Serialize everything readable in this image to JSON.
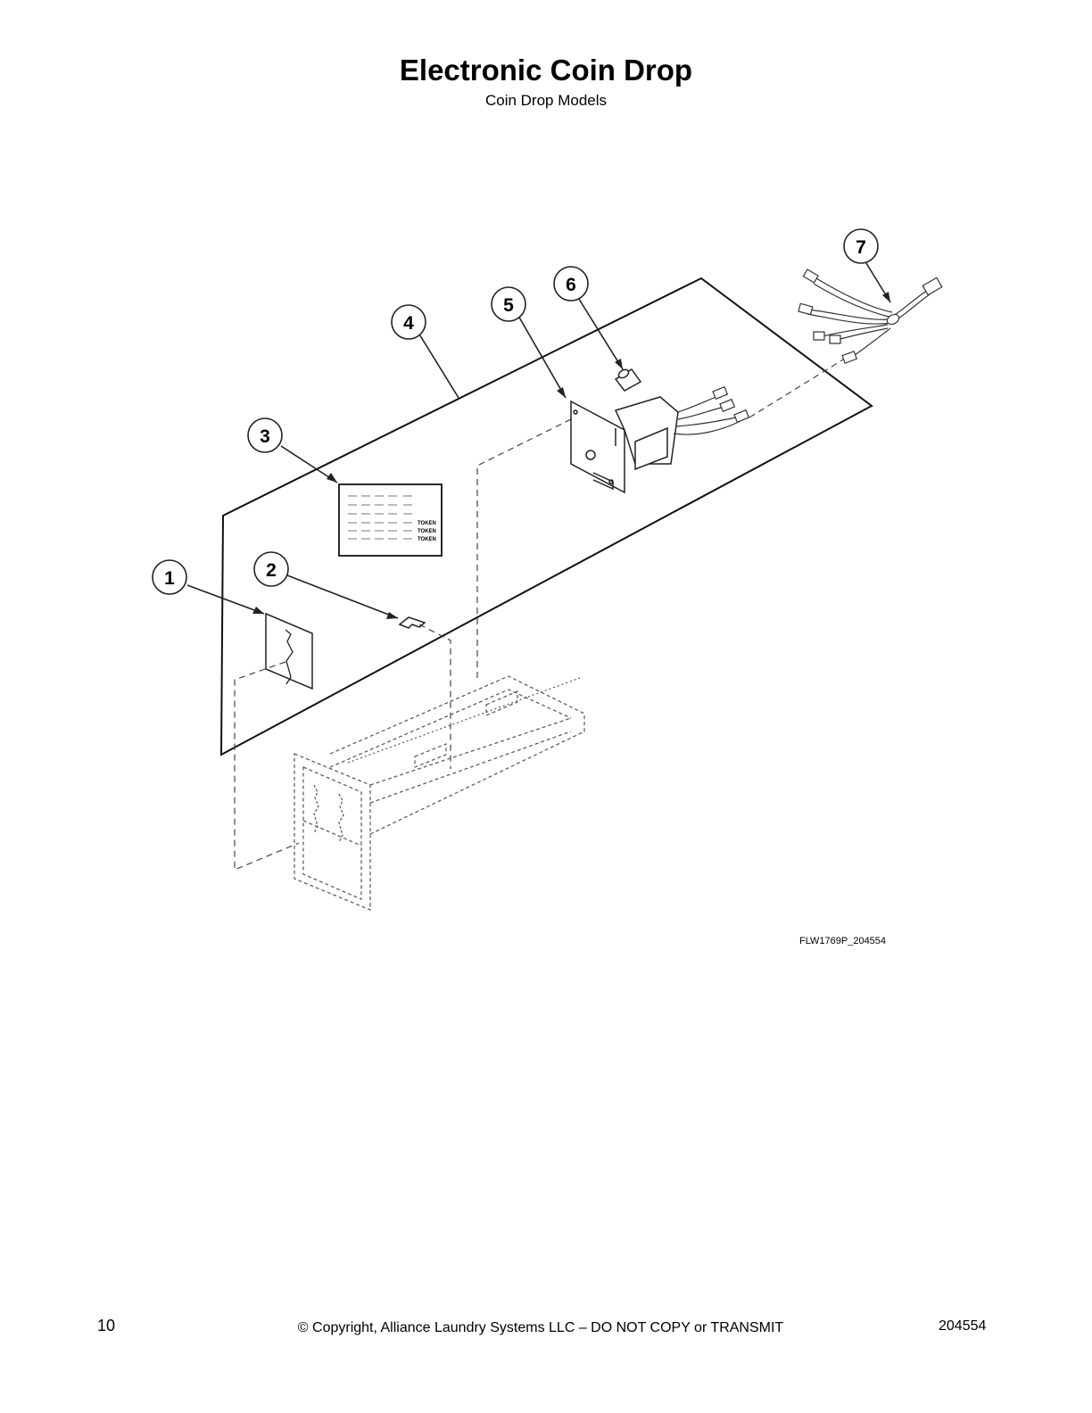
{
  "header": {
    "title": "Electronic Coin Drop",
    "subtitle": "Coin Drop Models"
  },
  "diagram": {
    "callouts": [
      "1",
      "2",
      "3",
      "4",
      "5",
      "6",
      "7"
    ],
    "decal_labels": [
      "TOKEN",
      "TOKEN",
      "TOKEN"
    ],
    "figure_code": "FLW1769P_204554"
  },
  "footer": {
    "page_number": "10",
    "copyright": "© Copyright, Alliance Laundry Systems LLC – DO NOT COPY or TRANSMIT",
    "doc_number": "204554"
  }
}
